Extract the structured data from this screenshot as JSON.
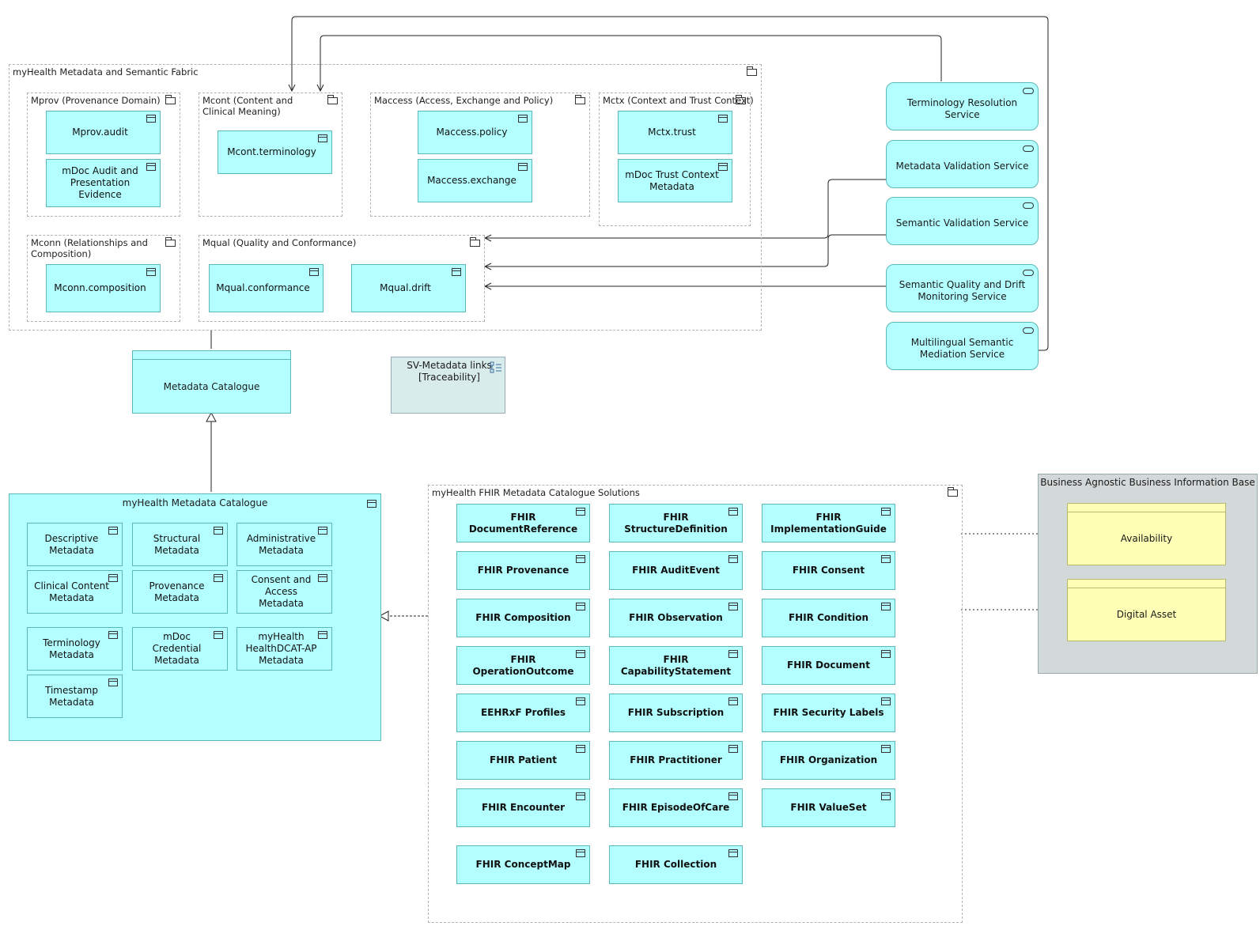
{
  "fabric": {
    "title": "myHealth Metadata and Semantic Fabric",
    "groups": {
      "mprov": {
        "label": "Mprov (Provenance Domain)",
        "items": [
          "Mprov.audit",
          "mDoc Audit and Presentation Evidence"
        ]
      },
      "mcont": {
        "label": "Mcont (Content and Clinical Meaning)",
        "items": [
          "Mcont.terminology"
        ]
      },
      "maccess": {
        "label": "Maccess (Access, Exchange and Policy)",
        "items": [
          "Maccess.policy",
          "Maccess.exchange"
        ]
      },
      "mctx": {
        "label": "Mctx (Context and Trust Context)",
        "items": [
          "Mctx.trust",
          "mDoc Trust Context Metadata"
        ]
      },
      "mconn": {
        "label": "Mconn (Relationships and Composition)",
        "items": [
          "Mconn.composition"
        ]
      },
      "mqual": {
        "label": "Mqual (Quality and Conformance)",
        "items": [
          "Mqual.conformance",
          "Mqual.drift"
        ]
      }
    }
  },
  "services": [
    "Terminology Resolution Service",
    "Metadata Validation Service",
    "Semantic Validation Service",
    "Semantic Quality and Drift Monitoring Service",
    "Multilingual Semantic Mediation Service"
  ],
  "metadata_catalogue": "Metadata Catalogue",
  "sv_links": "SV-Metadata links [Traceability]",
  "catalogue": {
    "title": "myHealth Metadata Catalogue",
    "items": [
      "Descriptive Metadata",
      "Structural Metadata",
      "Administrative Metadata",
      "Clinical Content Metadata",
      "Provenance Metadata",
      "Consent and Access Metadata",
      "Terminology Metadata",
      "mDoc Credential Metadata",
      "myHealth HealthDCAT-AP Metadata",
      "Timestamp Metadata"
    ]
  },
  "fhir": {
    "title": "myHealth FHIR Metadata Catalogue Solutions",
    "items": [
      "FHIR DocumentReference",
      "FHIR StructureDefinition",
      "FHIR ImplementationGuide",
      "FHIR Provenance",
      "FHIR AuditEvent",
      "FHIR Consent",
      "FHIR Composition",
      "FHIR Observation",
      "FHIR Condition",
      "FHIR OperationOutcome",
      "FHIR CapabilityStatement",
      "FHIR Document",
      "EEHRxF Profiles",
      "FHIR Subscription",
      "FHIR Security Labels",
      "FHIR Patient",
      "FHIR Practitioner",
      "FHIR Organization",
      "FHIR Encounter",
      "FHIR EpisodeOfCare",
      "FHIR ValueSet",
      "FHIR ConceptMap",
      "FHIR Collection"
    ]
  },
  "business": {
    "title": "Business Agnostic Business Information Base",
    "items": [
      "Availability",
      "Digital Asset"
    ]
  },
  "colors": {
    "component": "#b3ffff",
    "business_object": "#ffffb5",
    "grouping": "#d3d8d8",
    "note": "#d9ecec"
  }
}
